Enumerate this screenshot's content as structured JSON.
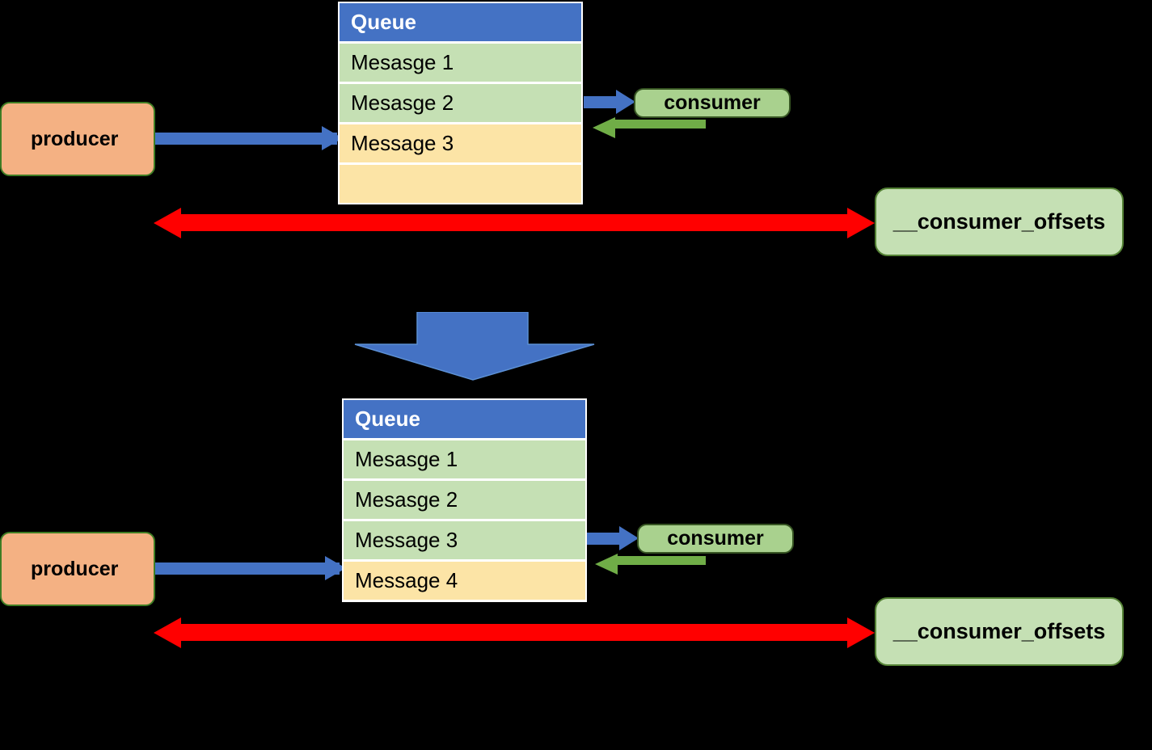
{
  "diagram": {
    "title_alt": "Kafka queue consumer offsets progression",
    "colors": {
      "background": "#000000",
      "queue_header": "#4472C4",
      "row_consumed": "#C5E0B4",
      "row_pending": "#FCE4A6",
      "producer_fill": "#F4B183",
      "producer_border": "#3E7D24",
      "consumer_fill": "#A9D18E",
      "consumer_border": "#375623",
      "offsets_fill": "#C5E0B4",
      "offsets_border": "#548235",
      "arrow_blue": "#4472C4",
      "arrow_green": "#70AD47",
      "arrow_red": "#FF0000"
    }
  },
  "stage_one": {
    "producer": {
      "label": "producer"
    },
    "queue": {
      "header": "Queue",
      "rows": [
        {
          "text": "Mesasge 1",
          "state": "green"
        },
        {
          "text": "Mesasge 2",
          "state": "green"
        },
        {
          "text": "Message 3",
          "state": "yellow"
        },
        {
          "text": "",
          "state": "yellow"
        }
      ]
    },
    "consumer": {
      "label": "consumer"
    },
    "offsets": {
      "label": "__consumer_offsets"
    }
  },
  "transition": {
    "icon": "down-arrow-icon"
  },
  "stage_two": {
    "producer": {
      "label": "producer"
    },
    "queue": {
      "header": "Queue",
      "rows": [
        {
          "text": "Mesasge 1",
          "state": "green"
        },
        {
          "text": "Mesasge 2",
          "state": "green"
        },
        {
          "text": "Message 3",
          "state": "green"
        },
        {
          "text": "Message 4",
          "state": "yellow"
        }
      ]
    },
    "consumer": {
      "label": "consumer"
    },
    "offsets": {
      "label": "__consumer_offsets"
    }
  }
}
